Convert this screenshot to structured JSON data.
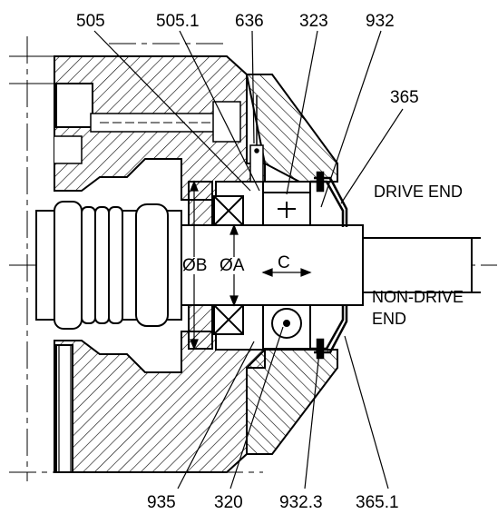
{
  "callouts_top": [
    "505",
    "505.1",
    "636",
    "323",
    "932",
    "365"
  ],
  "callouts_bottom": [
    "935",
    "320",
    "932.3",
    "365.1"
  ],
  "annotations": {
    "drive_end": "DRIVE END",
    "non_drive_end_line1": "NON-DRIVE",
    "non_drive_end_line2": "END"
  },
  "dimensions": {
    "diameter_b": "ØB",
    "diameter_a": "ØA",
    "length_c": "C"
  }
}
